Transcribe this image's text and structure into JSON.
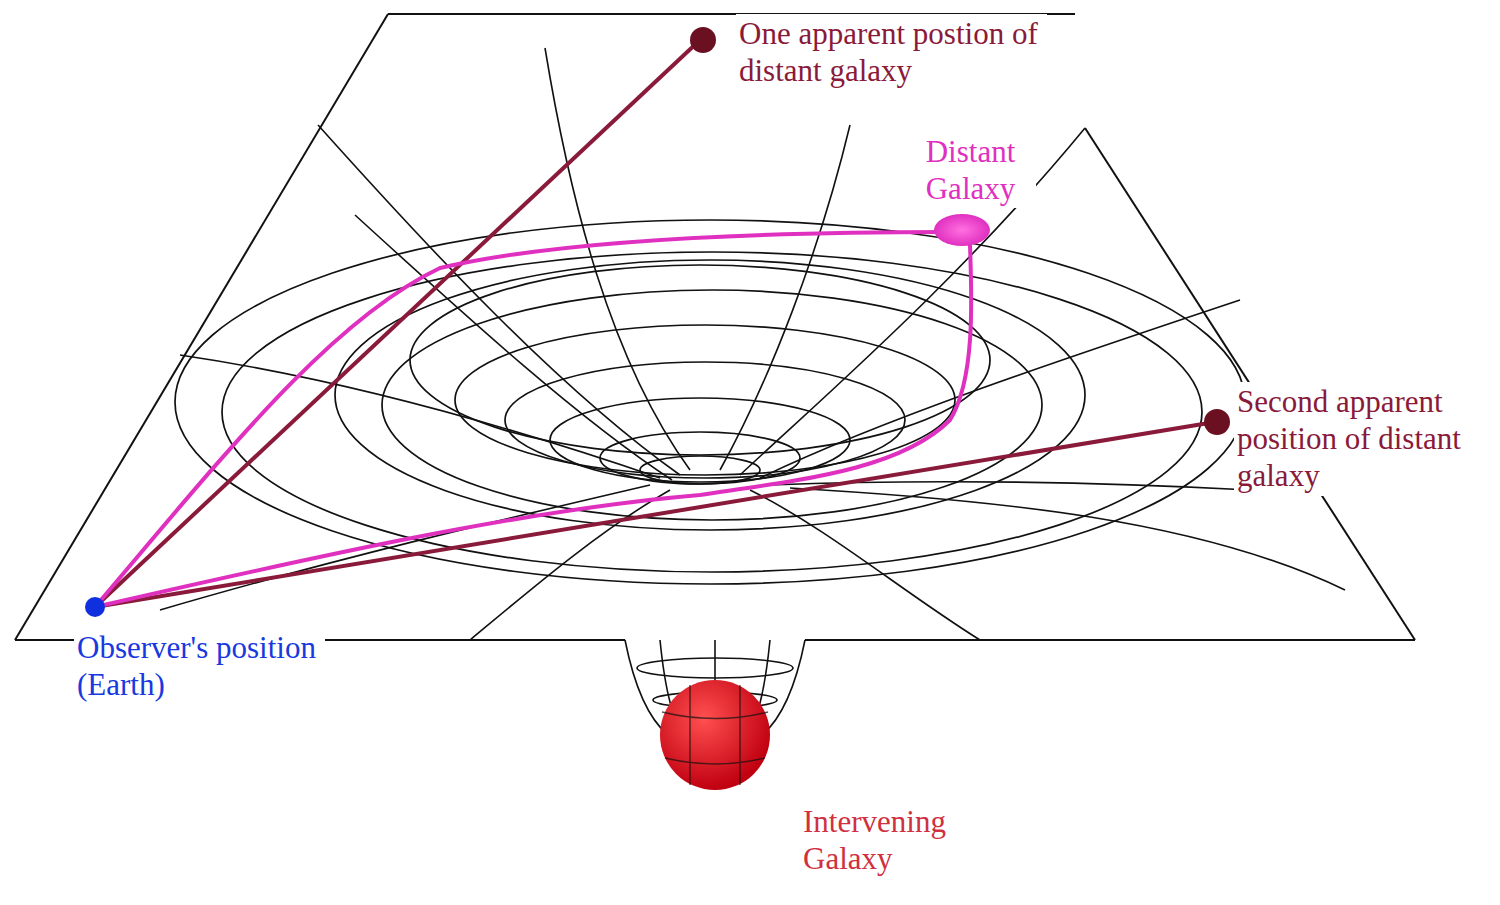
{
  "diagram": {
    "labels": [
      "One apparent postion of distant galaxy",
      "Distant Galaxy",
      "Second apparent position of distant galaxy",
      "Observer's position (Earth)",
      "Intervening Galaxy"
    ]
  }
}
